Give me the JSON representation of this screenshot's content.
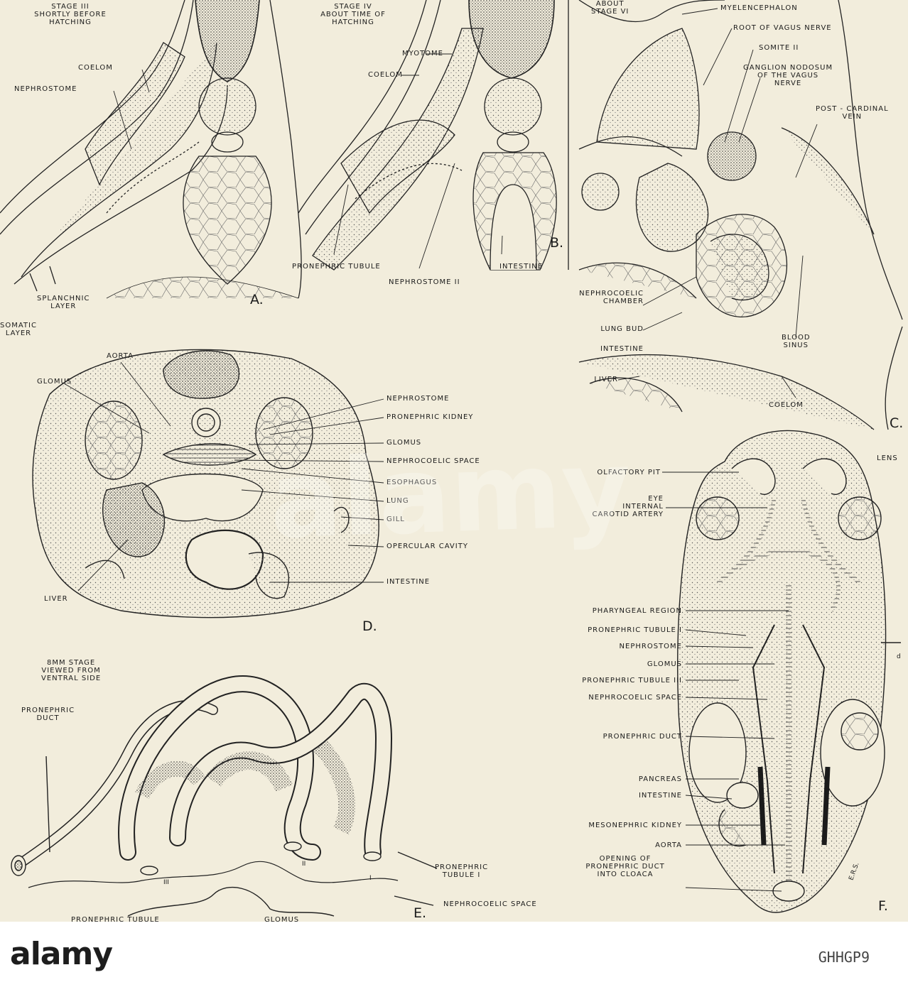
{
  "plate": {
    "panel_letters": {
      "a": "A.",
      "b": "B.",
      "c": "C.",
      "d": "D.",
      "e": "E.",
      "f": "F."
    },
    "labels": {
      "stage_iii": "STAGE III\nSHORTLY BEFORE\nHATCHING",
      "coelom_a": "COELOM",
      "nephrostome_a": "NEPHROSTOME",
      "splanchnic_layer": "SPLANCHNIC\nLAYER",
      "somatic_layer": "SOMATIC\nLAYER",
      "stage_iv": "STAGE IV\nABOUT TIME OF\nHATCHING",
      "myotome": "MYOTOME",
      "coelom_b": "COELOM",
      "pronephric_tubule_b": "PRONEPHRIC TUBULE",
      "intestine_b": "INTESTINE",
      "nephrostome_ii": "NEPHROSTOME II",
      "about_stage_vi": "ABOUT\nSTAGE VI",
      "myelencephalon": "MYELENCEPHALON",
      "root_vagus": "ROOT OF VAGUS NERVE",
      "somite_ii": "SOMITE II",
      "ganglion_nodosum": "GANGLION NODOSUM\nOF THE VAGUS\nNERVE",
      "post_cardinal_vein": "POST - CARDINAL\nVEIN",
      "nephrocoelic_chamber": "NEPHROCOELIC\nCHAMBER",
      "lung_bud": "LUNG BUD",
      "intestine_c": "INTESTINE",
      "liver_c": "LIVER",
      "blood_sinus": "BLOOD\nSINUS",
      "coelom_c": "COELOM",
      "aorta_d": "AORTA",
      "glomus_d_left": "GLOMUS",
      "nephrostome_d": "NEPHROSTOME",
      "pronephric_kidney": "PRONEPHRIC KIDNEY",
      "glomus_d_right": "GLOMUS",
      "nephrocoelic_space_d": "NEPHROCOELIC   SPACE",
      "esophagus": "ESOPHAGUS",
      "lung": "LUNG",
      "gill": "GILL",
      "opercular_cavity": "OPERCULAR  CAVITY",
      "intestine_d": "INTESTINE",
      "liver_d": "LIVER",
      "stage_8mm": "8MM  STAGE\nVIEWED  FROM\nVENTRAL  SIDE",
      "pronephric_duct_e": "PRONEPHRIC\nDUCT",
      "pronephric_tubule_i_e": "PRONEPHRIC\nTUBULE I",
      "nephrocoelic_space_e": "NEPHROCOELIC SPACE",
      "roman_iii": "III",
      "roman_ii": "II",
      "roman_i": "I",
      "pronephric_tubule_e_cut": "PRONEPHRIC TUBULE",
      "glomus_e_cut": "GLOMUS",
      "olfactory_pit": "OLFACTORY PIT",
      "lens": "LENS",
      "eye": "EYE",
      "internal_carotid": "INTERNAL\nCAROTID  ARTERY",
      "pharyngeal_region": "PHARYNGEAL   REGION",
      "pronephric_tubule_i_f": "PRONEPHRIC  TUBULE I",
      "nephrostome_f": "NEPHROSTOME",
      "glomus_f": "GLOMUS",
      "d_mark": "d",
      "pronephric_tubule_iii_f": "PRONEPHRIC TUBULE III",
      "nephrocoelic_space_f": "NEPHROCOELIC   SPACE",
      "pronephric_duct_f": "PRONEPHRIC DUCT",
      "pancreas": "PANCREAS",
      "intestine_f": "INTESTINE",
      "mesonephric_kidney": "MESONEPHRIC KIDNEY",
      "aorta_f": "AORTA",
      "opening_duct": "OPENING OF\nPRONEPHRIC DUCT\nINTO  CLOACA",
      "artist_initials": "E.R.S."
    }
  },
  "watermark": {
    "text": "alamy"
  },
  "footer": {
    "logo": "alamy",
    "image_id": "GHHGP9"
  },
  "colors": {
    "paper": "#f2eddc",
    "ink": "#1b1b1b",
    "footer_bg": "#ffffff"
  }
}
